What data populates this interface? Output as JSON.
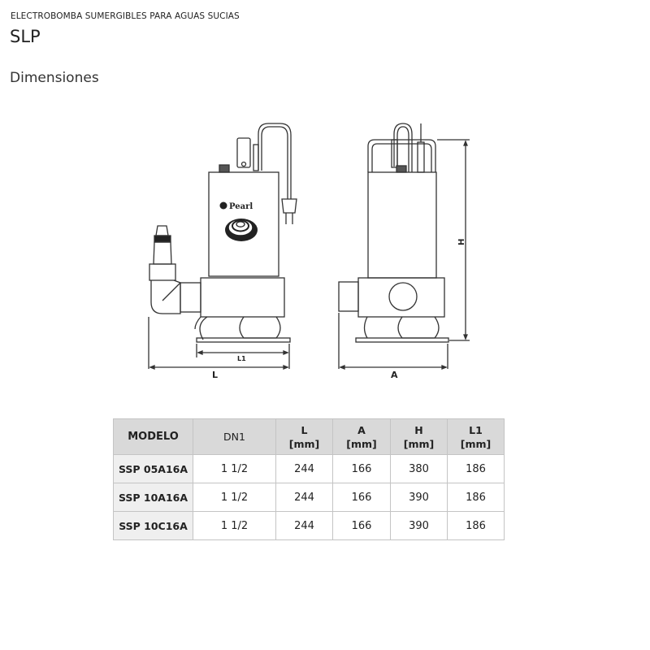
{
  "header": {
    "subtitle": "ELECTROBOMBA SUMERGIBLES PARA AGUAS SUCIAS",
    "title": "SLP",
    "section": "Dimensiones"
  },
  "drawing": {
    "brand_logo": "Pearl",
    "dimension_labels": {
      "L": "L",
      "L1": "L1",
      "A": "A",
      "H": "H"
    }
  },
  "table": {
    "columns": [
      {
        "name": "MODELO",
        "unit": ""
      },
      {
        "name": "DN1",
        "unit": ""
      },
      {
        "name": "L",
        "unit": "[mm]"
      },
      {
        "name": "A",
        "unit": "[mm]"
      },
      {
        "name": "H",
        "unit": "[mm]"
      },
      {
        "name": "L1",
        "unit": "[mm]"
      }
    ],
    "rows": [
      {
        "modelo": "SSP 05A16A",
        "dn1": "1 1/2",
        "l": "244",
        "a": "166",
        "h": "380",
        "l1": "186"
      },
      {
        "modelo": "SSP 10A16A",
        "dn1": "1 1/2",
        "l": "244",
        "a": "166",
        "h": "390",
        "l1": "186"
      },
      {
        "modelo": "SSP 10C16A",
        "dn1": "1 1/2",
        "l": "244",
        "a": "166",
        "h": "390",
        "l1": "186"
      }
    ]
  }
}
